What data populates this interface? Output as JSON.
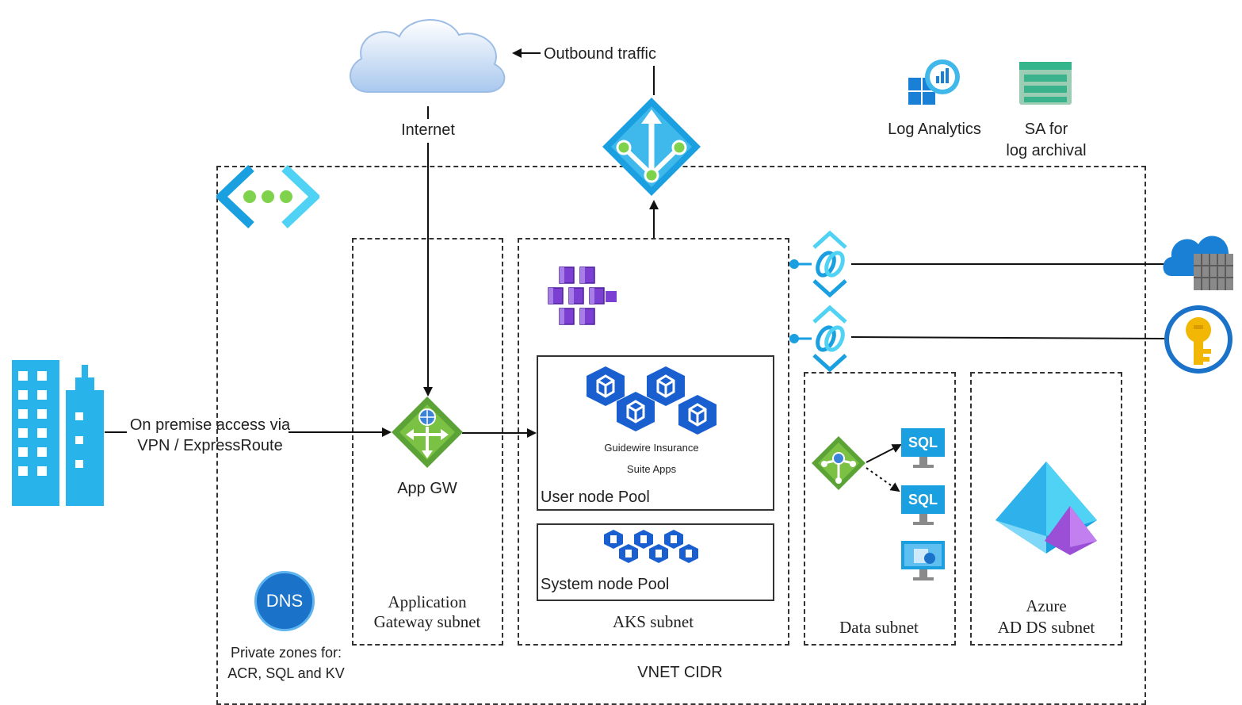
{
  "labels": {
    "outbound": "Outbound traffic",
    "internet": "Internet",
    "log_analytics": "Log Analytics",
    "sa_line1": "SA for",
    "sa_line2": "log archival",
    "onprem_line1": "On premise access via",
    "onprem_line2": "VPN / ExpressRoute",
    "app_gw": "App GW",
    "guidewire_line1": "Guidewire Insurance",
    "guidewire_line2": "Suite Apps",
    "user_pool": "User node Pool",
    "system_pool": "System node Pool",
    "appgw_subnet_line1": "Application",
    "appgw_subnet_line2": "Gateway subnet",
    "aks_subnet": "AKS subnet",
    "data_subnet": "Data subnet",
    "adds_line1": "Azure",
    "adds_line2": "AD DS subnet",
    "dns_zones_line1": "Private zones for:",
    "dns_zones_line2": "ACR, SQL and KV",
    "vnet": "VNET CIDR",
    "sql_1": "SQL",
    "sql_2": "SQL",
    "dns_icon_text": "DNS"
  },
  "colors": {
    "azure_blue": "#1a9fe0",
    "azure_cyan": "#50d2f5",
    "gateway_green": "#5ba336",
    "aks_purple": "#7b3fd1",
    "keyvault_gold": "#f2b705",
    "line": "#111111"
  },
  "icons": {
    "cloud": "internet-cloud-icon",
    "firewall": "firewall-icon",
    "log_analytics": "log-analytics-icon",
    "storage": "storage-account-icon",
    "vnet": "virtual-network-icon",
    "building": "on-premise-building-icon",
    "app_gateway": "application-gateway-icon",
    "aks": "kubernetes-service-icon",
    "private_endpoint": "private-endpoint-icon",
    "container_registry": "container-registry-icon",
    "key_vault": "key-vault-icon",
    "dns": "dns-zone-icon",
    "load_balancer": "load-balancer-icon",
    "sql_vm": "sql-vm-icon",
    "vm": "virtual-machine-icon",
    "ad_ds": "azure-ad-ds-icon"
  }
}
